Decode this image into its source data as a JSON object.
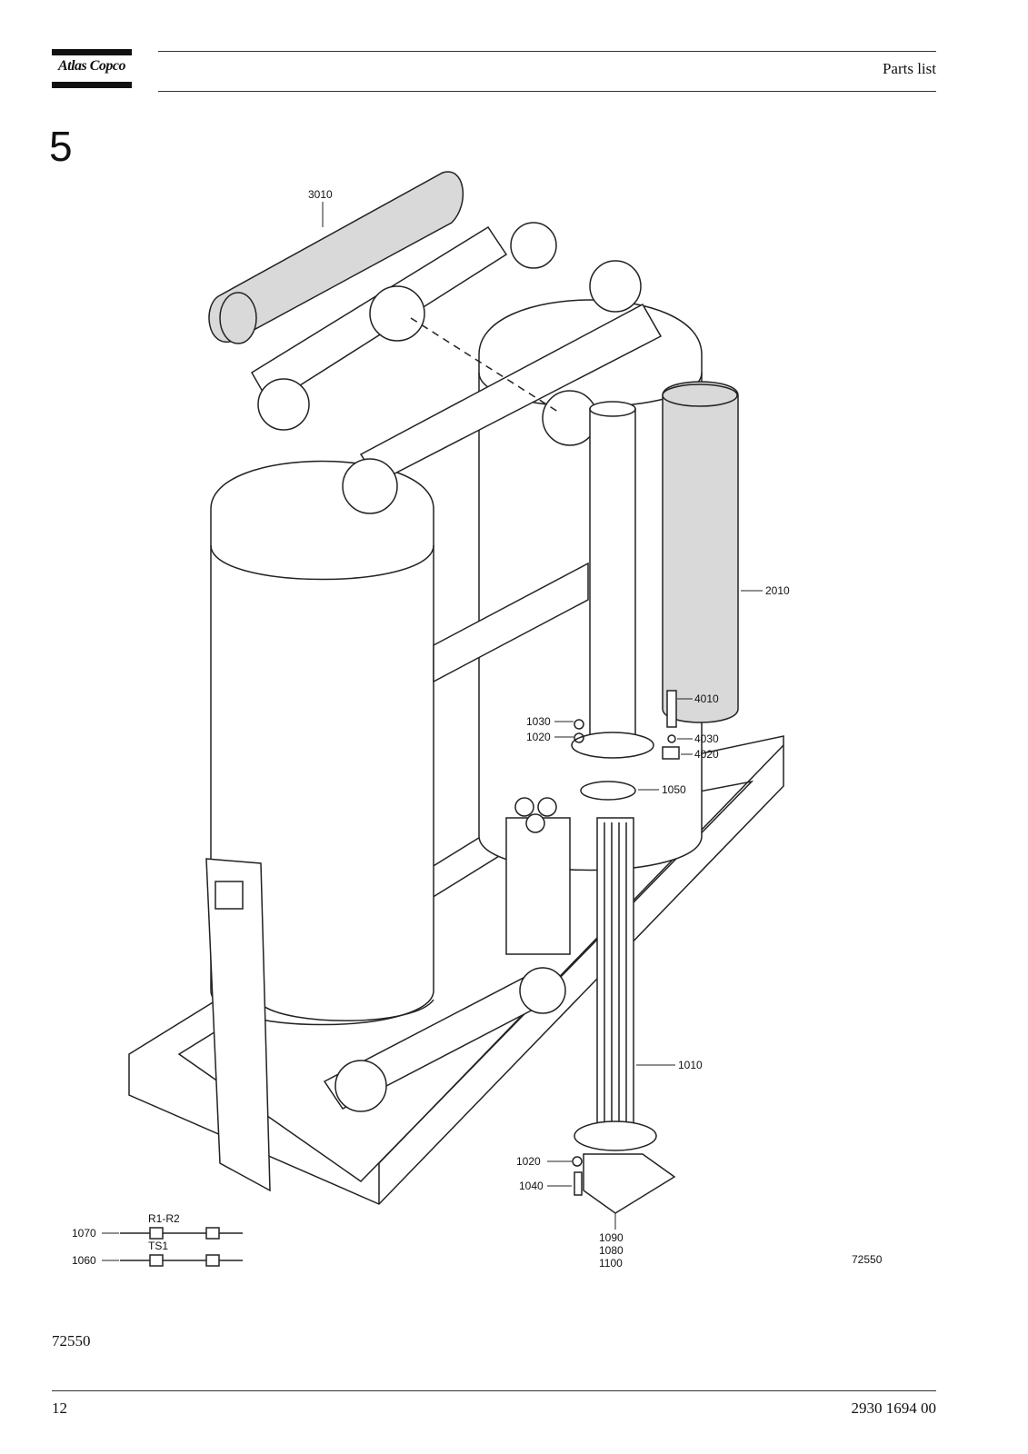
{
  "header": {
    "logo": "Atlas Copco",
    "title": "Parts list"
  },
  "section": {
    "number": "5"
  },
  "drawing": {
    "reference": "72550",
    "labels": {
      "p3010": "3010",
      "p2010": "2010",
      "p4010": "4010",
      "p4030": "4030",
      "p4020": "4020",
      "p1030": "1030",
      "p1020a": "1020",
      "p1050": "1050",
      "p1010": "1010",
      "p1020b": "1020",
      "p1040": "1040",
      "p1090": "1090",
      "p1080": "1080",
      "p1100": "1100",
      "p1070": "1070",
      "p1060": "1060",
      "r1r2": "R1-R2",
      "ts1": "TS1"
    }
  },
  "caption": "72550",
  "footer": {
    "page": "12",
    "doc_number": "2930 1694 00"
  }
}
